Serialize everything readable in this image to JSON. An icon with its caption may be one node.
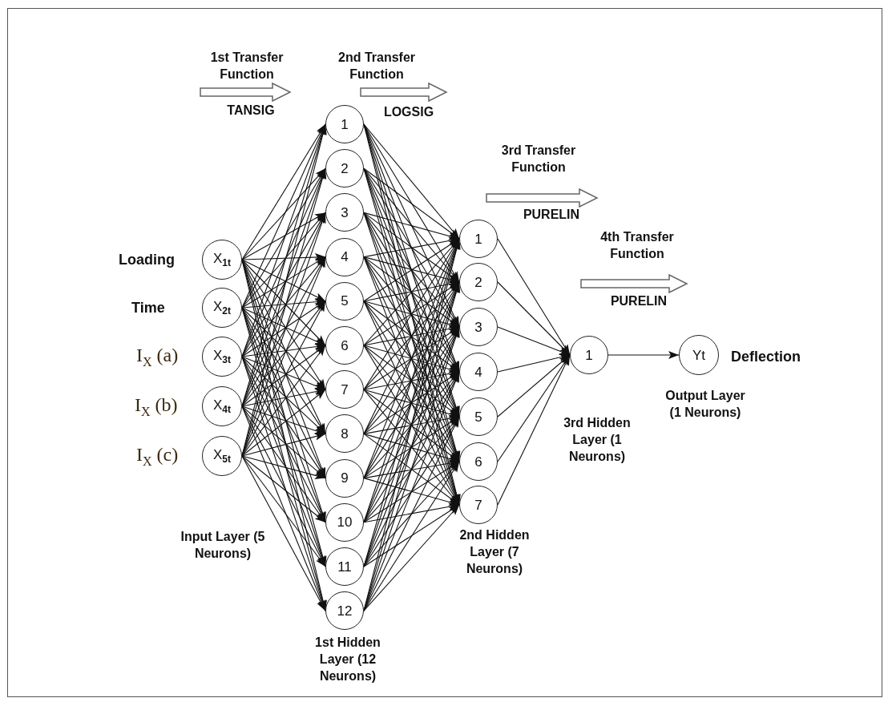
{
  "diagram": {
    "nodes": [
      {
        "text": [
          "X$_{1t}$"
        ],
        "beside": [
          "Loading"
        ]
      },
      {
        "text": [
          "X$_{2t}$"
        ],
        "beside": [
          "Time"
        ]
      },
      {
        "text": [
          "X$_{3t}$"
        ],
        "beside": [
          "I$_{X}$ (a)"
        ]
      },
      {
        "text": [
          "X$_{4t}$"
        ],
        "beside": [
          "I$_{X}$ (b)"
        ]
      },
      {
        "text": [
          "X$_{5t}$"
        ],
        "beside": [
          "I$_{X}$ (c)"
        ]
      },
      {
        "text": [
          "1"
        ]
      },
      {
        "text": [
          "2"
        ]
      },
      {
        "text": [
          "3"
        ]
      },
      {
        "text": [
          "4"
        ]
      },
      {
        "text": [
          "5"
        ]
      },
      {
        "text": [
          "6"
        ]
      },
      {
        "text": [
          "7"
        ]
      },
      {
        "text": [
          "8"
        ]
      },
      {
        "text": [
          "9"
        ]
      },
      {
        "text": [
          "10"
        ]
      },
      {
        "text": [
          "11"
        ]
      },
      {
        "text": [
          "12"
        ]
      },
      {
        "text": [
          "1"
        ]
      },
      {
        "text": [
          "2"
        ]
      },
      {
        "text": [
          "3"
        ]
      },
      {
        "text": [
          "4"
        ]
      },
      {
        "text": [
          "5"
        ]
      },
      {
        "text": [
          "6"
        ]
      },
      {
        "text": [
          "7"
        ]
      },
      {
        "text": [
          "1"
        ]
      },
      {
        "text": [
          "Yt"
        ],
        "beside": [
          "Deflection"
        ]
      }
    ],
    "edges": [
      {
        "from": 0,
        "to": 5,
        "arrow": "to"
      },
      {
        "from": 0,
        "to": 6,
        "arrow": "to"
      },
      {
        "from": 0,
        "to": 7,
        "arrow": "to"
      },
      {
        "from": 0,
        "to": 8,
        "arrow": "to"
      },
      {
        "from": 0,
        "to": 9,
        "arrow": "to"
      },
      {
        "from": 0,
        "to": 10,
        "arrow": "to"
      },
      {
        "from": 0,
        "to": 11,
        "arrow": "to"
      },
      {
        "from": 0,
        "to": 12,
        "arrow": "to"
      },
      {
        "from": 0,
        "to": 13,
        "arrow": "to"
      },
      {
        "from": 0,
        "to": 14,
        "arrow": "to"
      },
      {
        "from": 0,
        "to": 15,
        "arrow": "to"
      },
      {
        "from": 0,
        "to": 16,
        "arrow": "to"
      },
      {
        "from": 1,
        "to": 5,
        "arrow": "to"
      },
      {
        "from": 1,
        "to": 6,
        "arrow": "to"
      },
      {
        "from": 1,
        "to": 7,
        "arrow": "to"
      },
      {
        "from": 1,
        "to": 8,
        "arrow": "to"
      },
      {
        "from": 1,
        "to": 9,
        "arrow": "to"
      },
      {
        "from": 1,
        "to": 10,
        "arrow": "to"
      },
      {
        "from": 1,
        "to": 11,
        "arrow": "to"
      },
      {
        "from": 1,
        "to": 12,
        "arrow": "to"
      },
      {
        "from": 1,
        "to": 13,
        "arrow": "to"
      },
      {
        "from": 1,
        "to": 14,
        "arrow": "to"
      },
      {
        "from": 1,
        "to": 15,
        "arrow": "to"
      },
      {
        "from": 1,
        "to": 16,
        "arrow": "to"
      },
      {
        "from": 2,
        "to": 5,
        "arrow": "to"
      },
      {
        "from": 2,
        "to": 6,
        "arrow": "to"
      },
      {
        "from": 2,
        "to": 7,
        "arrow": "to"
      },
      {
        "from": 2,
        "to": 8,
        "arrow": "to"
      },
      {
        "from": 2,
        "to": 9,
        "arrow": "to"
      },
      {
        "from": 2,
        "to": 10,
        "arrow": "to"
      },
      {
        "from": 2,
        "to": 11,
        "arrow": "to"
      },
      {
        "from": 2,
        "to": 12,
        "arrow": "to"
      },
      {
        "from": 2,
        "to": 13,
        "arrow": "to"
      },
      {
        "from": 2,
        "to": 14,
        "arrow": "to"
      },
      {
        "from": 2,
        "to": 15,
        "arrow": "to"
      },
      {
        "from": 2,
        "to": 16,
        "arrow": "to"
      },
      {
        "from": 3,
        "to": 5,
        "arrow": "to"
      },
      {
        "from": 3,
        "to": 6,
        "arrow": "to"
      },
      {
        "from": 3,
        "to": 7,
        "arrow": "to"
      },
      {
        "from": 3,
        "to": 8,
        "arrow": "to"
      },
      {
        "from": 3,
        "to": 9,
        "arrow": "to"
      },
      {
        "from": 3,
        "to": 10,
        "arrow": "to"
      },
      {
        "from": 3,
        "to": 11,
        "arrow": "to"
      },
      {
        "from": 3,
        "to": 12,
        "arrow": "to"
      },
      {
        "from": 3,
        "to": 13,
        "arrow": "to"
      },
      {
        "from": 3,
        "to": 14,
        "arrow": "to"
      },
      {
        "from": 3,
        "to": 15,
        "arrow": "to"
      },
      {
        "from": 3,
        "to": 16,
        "arrow": "to"
      },
      {
        "from": 4,
        "to": 5,
        "arrow": "to"
      },
      {
        "from": 4,
        "to": 6,
        "arrow": "to"
      },
      {
        "from": 4,
        "to": 7,
        "arrow": "to"
      },
      {
        "from": 4,
        "to": 8,
        "arrow": "to"
      },
      {
        "from": 4,
        "to": 9,
        "arrow": "to"
      },
      {
        "from": 4,
        "to": 10,
        "arrow": "to"
      },
      {
        "from": 4,
        "to": 11,
        "arrow": "to"
      },
      {
        "from": 4,
        "to": 12,
        "arrow": "to"
      },
      {
        "from": 4,
        "to": 13,
        "arrow": "to"
      },
      {
        "from": 4,
        "to": 14,
        "arrow": "to"
      },
      {
        "from": 4,
        "to": 15,
        "arrow": "to"
      },
      {
        "from": 4,
        "to": 16,
        "arrow": "to"
      },
      {
        "from": 5,
        "to": 17,
        "arrow": "to"
      },
      {
        "from": 5,
        "to": 18,
        "arrow": "to"
      },
      {
        "from": 5,
        "to": 19,
        "arrow": "to"
      },
      {
        "from": 5,
        "to": 20,
        "arrow": "to"
      },
      {
        "from": 5,
        "to": 21,
        "arrow": "to"
      },
      {
        "from": 5,
        "to": 22,
        "arrow": "to"
      },
      {
        "from": 5,
        "to": 23,
        "arrow": "to"
      },
      {
        "from": 6,
        "to": 17,
        "arrow": "to"
      },
      {
        "from": 6,
        "to": 18,
        "arrow": "to"
      },
      {
        "from": 6,
        "to": 19,
        "arrow": "to"
      },
      {
        "from": 6,
        "to": 20,
        "arrow": "to"
      },
      {
        "from": 6,
        "to": 21,
        "arrow": "to"
      },
      {
        "from": 6,
        "to": 22,
        "arrow": "to"
      },
      {
        "from": 6,
        "to": 23,
        "arrow": "to"
      },
      {
        "from": 7,
        "to": 17,
        "arrow": "to"
      },
      {
        "from": 7,
        "to": 18,
        "arrow": "to"
      },
      {
        "from": 7,
        "to": 19,
        "arrow": "to"
      },
      {
        "from": 7,
        "to": 20,
        "arrow": "to"
      },
      {
        "from": 7,
        "to": 21,
        "arrow": "to"
      },
      {
        "from": 7,
        "to": 22,
        "arrow": "to"
      },
      {
        "from": 7,
        "to": 23,
        "arrow": "to"
      },
      {
        "from": 8,
        "to": 17,
        "arrow": "to"
      },
      {
        "from": 8,
        "to": 18,
        "arrow": "to"
      },
      {
        "from": 8,
        "to": 19,
        "arrow": "to"
      },
      {
        "from": 8,
        "to": 20,
        "arrow": "to"
      },
      {
        "from": 8,
        "to": 21,
        "arrow": "to"
      },
      {
        "from": 8,
        "to": 22,
        "arrow": "to"
      },
      {
        "from": 8,
        "to": 23,
        "arrow": "to"
      },
      {
        "from": 9,
        "to": 17,
        "arrow": "to"
      },
      {
        "from": 9,
        "to": 18,
        "arrow": "to"
      },
      {
        "from": 9,
        "to": 19,
        "arrow": "to"
      },
      {
        "from": 9,
        "to": 20,
        "arrow": "to"
      },
      {
        "from": 9,
        "to": 21,
        "arrow": "to"
      },
      {
        "from": 9,
        "to": 22,
        "arrow": "to"
      },
      {
        "from": 9,
        "to": 23,
        "arrow": "to"
      },
      {
        "from": 10,
        "to": 17,
        "arrow": "to"
      },
      {
        "from": 10,
        "to": 18,
        "arrow": "to"
      },
      {
        "from": 10,
        "to": 19,
        "arrow": "to"
      },
      {
        "from": 10,
        "to": 20,
        "arrow": "to"
      },
      {
        "from": 10,
        "to": 21,
        "arrow": "to"
      },
      {
        "from": 10,
        "to": 22,
        "arrow": "to"
      },
      {
        "from": 10,
        "to": 23,
        "arrow": "to"
      },
      {
        "from": 11,
        "to": 17,
        "arrow": "to"
      },
      {
        "from": 11,
        "to": 18,
        "arrow": "to"
      },
      {
        "from": 11,
        "to": 19,
        "arrow": "to"
      },
      {
        "from": 11,
        "to": 20,
        "arrow": "to"
      },
      {
        "from": 11,
        "to": 21,
        "arrow": "to"
      },
      {
        "from": 11,
        "to": 22,
        "arrow": "to"
      },
      {
        "from": 11,
        "to": 23,
        "arrow": "to"
      },
      {
        "from": 12,
        "to": 17,
        "arrow": "to"
      },
      {
        "from": 12,
        "to": 18,
        "arrow": "to"
      },
      {
        "from": 12,
        "to": 19,
        "arrow": "to"
      },
      {
        "from": 12,
        "to": 20,
        "arrow": "to"
      },
      {
        "from": 12,
        "to": 21,
        "arrow": "to"
      },
      {
        "from": 12,
        "to": 22,
        "arrow": "to"
      },
      {
        "from": 12,
        "to": 23,
        "arrow": "to"
      },
      {
        "from": 13,
        "to": 17,
        "arrow": "to"
      },
      {
        "from": 13,
        "to": 18,
        "arrow": "to"
      },
      {
        "from": 13,
        "to": 19,
        "arrow": "to"
      },
      {
        "from": 13,
        "to": 20,
        "arrow": "to"
      },
      {
        "from": 13,
        "to": 21,
        "arrow": "to"
      },
      {
        "from": 13,
        "to": 22,
        "arrow": "to"
      },
      {
        "from": 13,
        "to": 23,
        "arrow": "to"
      },
      {
        "from": 14,
        "to": 17,
        "arrow": "to"
      },
      {
        "from": 14,
        "to": 18,
        "arrow": "to"
      },
      {
        "from": 14,
        "to": 19,
        "arrow": "to"
      },
      {
        "from": 14,
        "to": 20,
        "arrow": "to"
      },
      {
        "from": 14,
        "to": 21,
        "arrow": "to"
      },
      {
        "from": 14,
        "to": 22,
        "arrow": "to"
      },
      {
        "from": 14,
        "to": 23,
        "arrow": "to"
      },
      {
        "from": 15,
        "to": 17,
        "arrow": "to"
      },
      {
        "from": 15,
        "to": 18,
        "arrow": "to"
      },
      {
        "from": 15,
        "to": 19,
        "arrow": "to"
      },
      {
        "from": 15,
        "to": 20,
        "arrow": "to"
      },
      {
        "from": 15,
        "to": 21,
        "arrow": "to"
      },
      {
        "from": 15,
        "to": 22,
        "arrow": "to"
      },
      {
        "from": 15,
        "to": 23,
        "arrow": "to"
      },
      {
        "from": 16,
        "to": 17,
        "arrow": "to"
      },
      {
        "from": 16,
        "to": 18,
        "arrow": "to"
      },
      {
        "from": 16,
        "to": 19,
        "arrow": "to"
      },
      {
        "from": 16,
        "to": 20,
        "arrow": "to"
      },
      {
        "from": 16,
        "to": 21,
        "arrow": "to"
      },
      {
        "from": 16,
        "to": 22,
        "arrow": "to"
      },
      {
        "from": 16,
        "to": 23,
        "arrow": "to"
      },
      {
        "from": 17,
        "to": 24,
        "arrow": "to"
      },
      {
        "from": 18,
        "to": 24,
        "arrow": "to"
      },
      {
        "from": 19,
        "to": 24,
        "arrow": "to"
      },
      {
        "from": 20,
        "to": 24,
        "arrow": "to"
      },
      {
        "from": 21,
        "to": 24,
        "arrow": "to"
      },
      {
        "from": 22,
        "to": 24,
        "arrow": "to"
      },
      {
        "from": 23,
        "to": 24,
        "arrow": "to"
      },
      {
        "from": 24,
        "to": 25,
        "arrow": "to"
      }
    ],
    "labels": [
      "1st Transfer Function",
      "TANSIG",
      "2nd Transfer Function",
      "LOGSIG",
      "3rd Transfer Function",
      "PURELIN",
      "4th Transfer Function",
      "PURELIN",
      "Input Layer (5 Neurons)",
      "1st Hidden Layer (12 Neurons)",
      "2nd Hidden Layer (7 Neurons)",
      "3rd Hidden Layer (1 Neurons)",
      "Output Layer (1 Neurons)"
    ]
  }
}
